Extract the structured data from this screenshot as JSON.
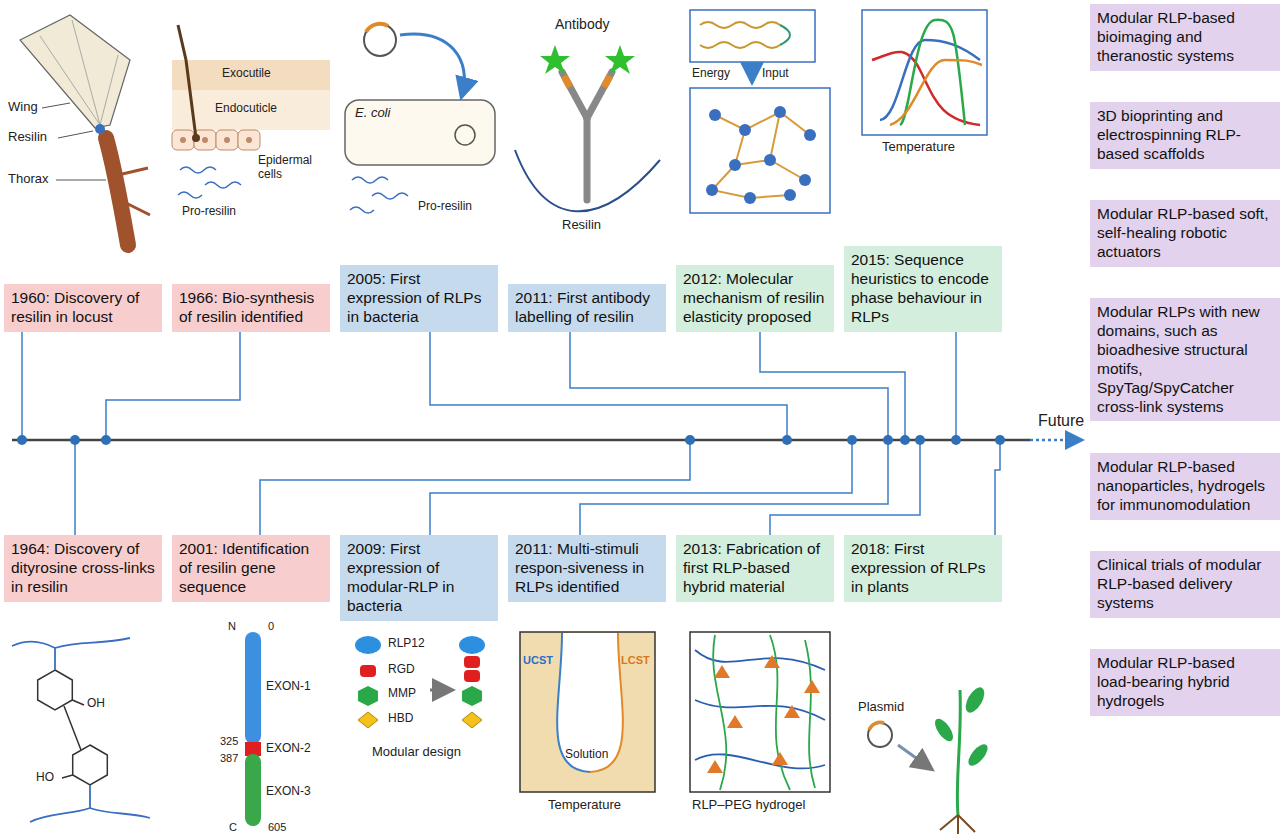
{
  "diagram": {
    "nodes": [
      {
        "text": [
          "1960: Discovery of resilin in locust"
        ]
      },
      {
        "text": [
          "1966: Bio-synthesis of resilin identified"
        ]
      },
      {
        "text": [
          "2005: First expression of RLPs in bacteria"
        ]
      },
      {
        "text": [
          "2011: First antibody labelling of resilin"
        ]
      },
      {
        "text": [
          "2012: Molecular mechanism of resilin elasticity proposed"
        ]
      },
      {
        "text": [
          "2015: Sequence heuristics to encode phase behaviour in RLPs"
        ]
      },
      {
        "text": [
          "1964: Discovery of dityrosine cross-links in resilin"
        ]
      },
      {
        "text": [
          "2001: Identification of resilin gene sequence"
        ]
      },
      {
        "text": [
          "2009: First expression of modular-RLP in bacteria"
        ]
      },
      {
        "text": [
          "2011: Multi-stimuli respon-siveness in RLPs identified"
        ]
      },
      {
        "text": [
          "2013: Fabrication of first RLP-based hybrid material"
        ]
      },
      {
        "text": [
          "2018: First expression of RLPs in plants"
        ]
      },
      {
        "text": [
          "Modular RLP-based bioimaging and theranostic systems"
        ]
      },
      {
        "text": [
          "3D bioprinting and electrospinning RLP-based scaffolds"
        ]
      },
      {
        "text": [
          "Modular RLP-based soft, self-healing robotic actuators"
        ]
      },
      {
        "text": [
          "Modular RLPs with new domains, such as bioadhesive structural motifs, SpyTag/SpyCatcher cross-link systems"
        ]
      },
      {
        "text": [
          "Modular RLP-based nanoparticles, hydrogels for immunomodulation"
        ]
      },
      {
        "text": [
          "Clinical trials of modular RLP-based delivery systems"
        ]
      },
      {
        "text": [
          "Modular RLP-based load-bearing hybrid hydrogels"
        ]
      }
    ],
    "labels": [
      "Wing",
      "Resilin",
      "Thorax",
      "Exocutile",
      "Endocuticle",
      "Epidermal cells",
      "Pro-resilin",
      "E. coli",
      "Pro-resilin",
      "Antibody",
      "Resilin",
      "Energy",
      "Input",
      "Temperature",
      "Future",
      "OH",
      "HO",
      "N",
      "0",
      "325",
      "387",
      "EXON-1",
      "EXON-2",
      "EXON-3",
      "C",
      "605",
      "RLP12",
      "RGD",
      "MMP",
      "HBD",
      "Modular design",
      "UCST",
      "LCST",
      "Solution",
      "Temperature",
      "RLP–PEG hydrogel",
      "Plasmid"
    ]
  }
}
